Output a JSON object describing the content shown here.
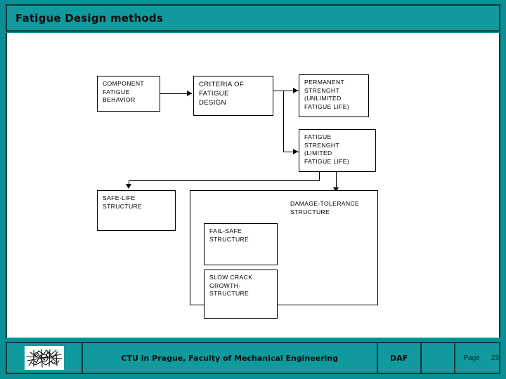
{
  "slide": {
    "title": "Fatigue Design methods",
    "accent_color": "#109a9e",
    "border_color": "#0c3b3d",
    "canvas_color": "#ffffff"
  },
  "diagram": {
    "boxes": [
      {
        "id": "component-fatigue-behavior",
        "label": "COMPONENT\nFATIGUE\nBEHAVIOR"
      },
      {
        "id": "criteria-of-fatigue-design",
        "label": "CRITERIA OF\nFATIGUE\nDESIGN"
      },
      {
        "id": "permanent-strenght",
        "label": "PERMANENT\nSTRENGHT\n(UNLIMITED\nFATIGUE LIFE)"
      },
      {
        "id": "fatigue-strenght",
        "label": "FATIGUE\nSTRENGHT\n(LIMITED\nFATIGUE LIFE)"
      },
      {
        "id": "safe-life-structure",
        "label": "SAFE-LIFE\nSTRUCTURE"
      },
      {
        "id": "fail-safe-structure",
        "label": "FAIL-SAFE\nSTRUCTURE"
      },
      {
        "id": "slow-crack-growth-structure",
        "label": "SLOW CRACK\nGROWTH-\nSTRUCTURE"
      }
    ],
    "group_label": "DAMAGE-TOLERANCE\nSTRUCTURE"
  },
  "footer": {
    "logo_alt": "ctu-emblem",
    "institution": "CTU in Prague, Faculty of Mechanical Engineering",
    "department": "DAF",
    "page_word": "Page",
    "page_number": "23"
  }
}
